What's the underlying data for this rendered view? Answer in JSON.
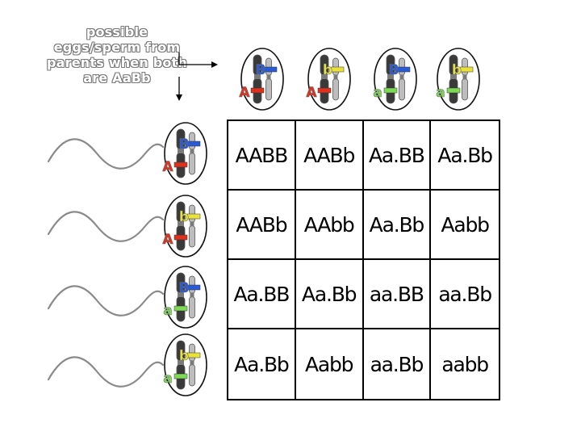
{
  "caption": {
    "lines": [
      "possible",
      "eggs/sperm from",
      "parents when both",
      "are AaBb"
    ]
  },
  "colors": {
    "A": "#e0301e",
    "a": "#7ed957",
    "B": "#2a5bd7",
    "b": "#e8e23a",
    "allele_letter_outline": "#6a6a6a",
    "chromosome_dark": "#3a3a3a",
    "chromosome_light": "#bdbdbd"
  },
  "gametes_top": [
    {
      "allele1": "A",
      "allele2": "B"
    },
    {
      "allele1": "A",
      "allele2": "b"
    },
    {
      "allele1": "a",
      "allele2": "B"
    },
    {
      "allele1": "a",
      "allele2": "b"
    }
  ],
  "gametes_side": [
    {
      "allele1": "A",
      "allele2": "B"
    },
    {
      "allele1": "A",
      "allele2": "b"
    },
    {
      "allele1": "a",
      "allele2": "B"
    },
    {
      "allele1": "a",
      "allele2": "b"
    }
  ],
  "punnett": {
    "rows": [
      [
        "AABB",
        "AABb",
        "Aa.BB",
        "Aa.Bb"
      ],
      [
        "AABb",
        "AAbb",
        "Aa.Bb",
        "Aabb"
      ],
      [
        "Aa.BB",
        "Aa.Bb",
        "aa.BB",
        "aa.Bb"
      ],
      [
        "Aa.Bb",
        "Aabb",
        "aa.Bb",
        "aabb"
      ]
    ]
  }
}
